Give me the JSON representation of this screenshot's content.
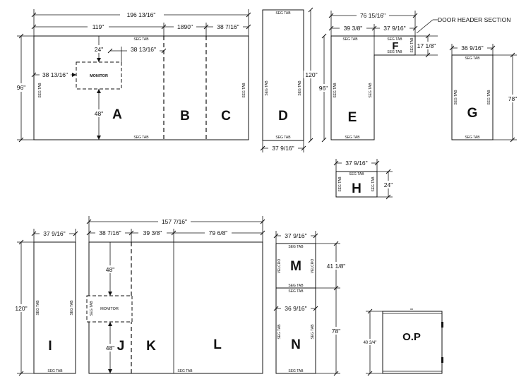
{
  "labels": {
    "A": "A",
    "B": "B",
    "C": "C",
    "D": "D",
    "E": "E",
    "F": "F",
    "G": "G",
    "H": "H",
    "I": "I",
    "J": "J",
    "K": "K",
    "L": "L",
    "M": "M",
    "N": "N",
    "OP": "O.P"
  },
  "dims": {
    "top_total": "196 13/16\"",
    "a_width": "119\"",
    "b_width": "1890\"",
    "c_width": "38 7/16\"",
    "abc_height": "96\"",
    "mon_top_offset": "24\"",
    "mon_width": "38 13/16\"",
    "mon_left_offset": "38 13/16\"",
    "mon_bottom_offset": "48\"",
    "d_height": "120\"",
    "d_width": "37 9/16\"",
    "ef_total": "76 15/16\"",
    "e_width": "39 3/8\"",
    "f_width": "37 9/16\"",
    "f_height": "17 1/8\"",
    "e_height": "96\"",
    "g_width": "36 9/16\"",
    "g_height": "78\"",
    "h_width": "37 9/16\"",
    "h_height": "24\"",
    "i_width": "37 9/16\"",
    "i_height": "120\"",
    "jkl_total": "157 7/16\"",
    "j_width": "38 7/16\"",
    "k_width": "39 3/8\"",
    "l_width": "79 6/8\"",
    "j_mon_top": "48\"",
    "j_mon_bottom": "48\"",
    "m_width": "37 9/16\"",
    "m_height": "41 1/8\"",
    "n_width": "36 9/16\"",
    "n_height": "78\"",
    "op_height": "40 3/4\""
  },
  "text": {
    "seg_tab": "SEG TAB",
    "monitor_abc": "MONITOR",
    "monitor_j": "MONITOR",
    "velcro": "VELCRO",
    "door_header": "DOOR HEADER SECTION"
  }
}
